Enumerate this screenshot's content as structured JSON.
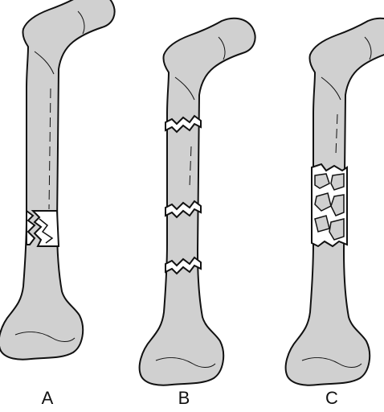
{
  "figure": {
    "labels": {
      "a": "A",
      "b": "B",
      "c": "C"
    },
    "colors": {
      "bone_fill": "#d0d0d0",
      "outline": "#111111",
      "background": "#ffffff"
    }
  }
}
